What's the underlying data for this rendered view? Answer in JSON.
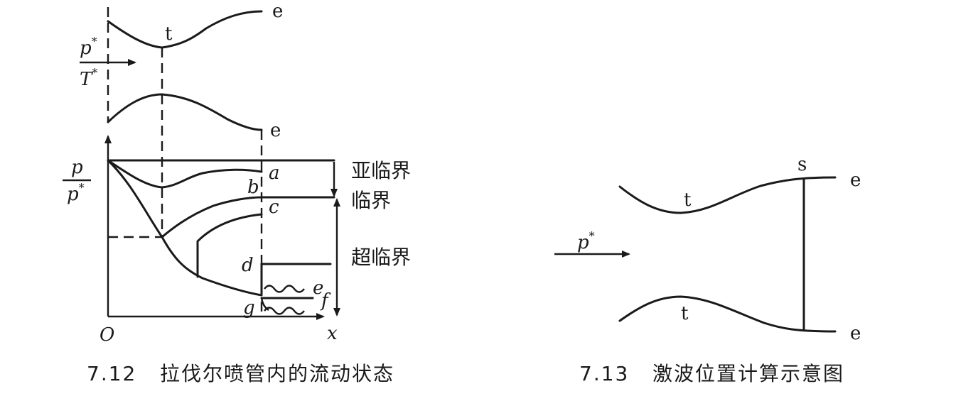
{
  "figure_left": {
    "caption": "7.12   拉伐尔喷管内的流动状态",
    "nozzle_labels": {
      "throat": "t",
      "exit_top": "e",
      "exit_bottom": "e"
    },
    "inlet": {
      "p_star": "p*",
      "T_star": "T*"
    },
    "axis": {
      "y_num": "p",
      "y_den": "p*",
      "x": "x",
      "origin": "O"
    },
    "curve_labels": [
      "a",
      "b",
      "c",
      "d",
      "e",
      "f",
      "g"
    ],
    "regimes": {
      "sub": "亚临界",
      "crit": "临界",
      "super": "超临界"
    }
  },
  "figure_right": {
    "caption": "7.13   激波位置计算示意图",
    "labels": {
      "shock": "s",
      "exit_top": "e",
      "exit_bottom": "e",
      "throat_top": "t",
      "throat_bottom": "t",
      "inlet": "p*"
    }
  }
}
